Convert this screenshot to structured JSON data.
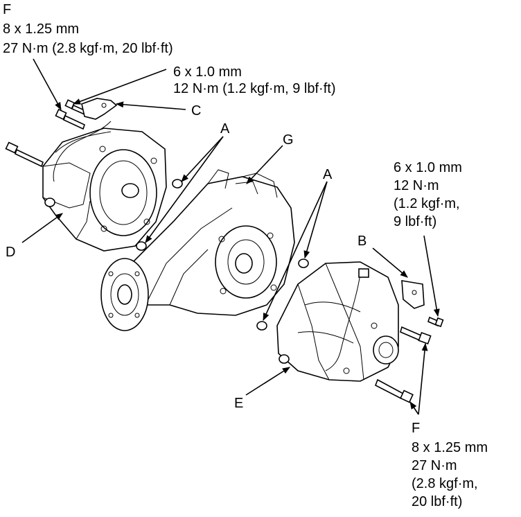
{
  "callouts": {
    "f_top": {
      "letter": "F",
      "size": "8 x 1.25 mm",
      "torque": "27 N·m (2.8 kgf·m, 20 lbf·ft)"
    },
    "bolt_6mm_top": {
      "size": "6 x 1.0 mm",
      "torque": "12 N·m (1.2 kgf·m, 9 lbf·ft)"
    },
    "c": "C",
    "a_left": "A",
    "g": "G",
    "a_right": "A",
    "bolt_6mm_right": {
      "size": "6 x 1.0 mm",
      "line1": "12 N·m",
      "line2": "(1.2 kgf·m,",
      "line3": "9 lbf·ft)"
    },
    "b": "B",
    "d": "D",
    "e": "E",
    "f_bottom": {
      "letter": "F",
      "size": "8 x 1.25 mm",
      "line1": "27 N·m",
      "line2": "(2.8 kgf·m,",
      "line3": "20 lbf·ft)"
    }
  }
}
